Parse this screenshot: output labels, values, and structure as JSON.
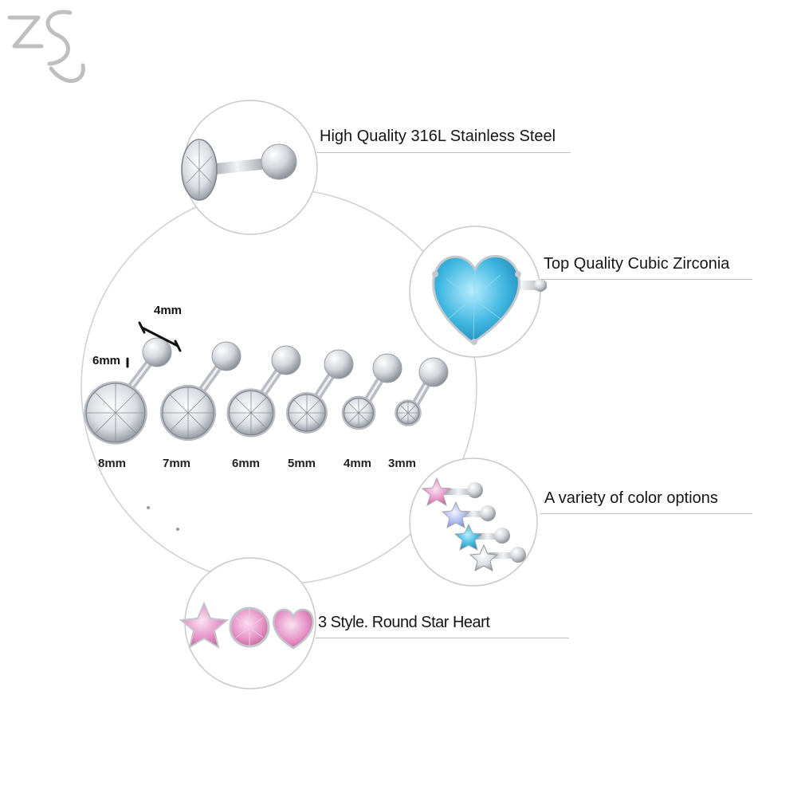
{
  "brand": {
    "logo_text": "ZS",
    "logo_icon": "zs-logo-icon"
  },
  "features": [
    {
      "label": "High Quality 316L Stainless Steel",
      "icon": "stud-earring-icon"
    },
    {
      "label": "Top Quality Cubic Zirconia",
      "icon": "blue-heart-stone-icon"
    },
    {
      "label": "A variety of color options",
      "icon": "colored-star-studs-icon"
    },
    {
      "label": "3 Style. Round Star Heart",
      "icon": "three-stone-styles-icon"
    }
  ],
  "dimensions": {
    "ball": "4mm",
    "bar": "6mm"
  },
  "sizes": [
    "8mm",
    "7mm",
    "6mm",
    "5mm",
    "4mm",
    "3mm"
  ],
  "colors": {
    "circle_stroke": "#cfcfcf",
    "steel": "#c8ccd2",
    "zircon_blue": "#3fb6e0",
    "zircon_pink": "#e58fc4"
  }
}
